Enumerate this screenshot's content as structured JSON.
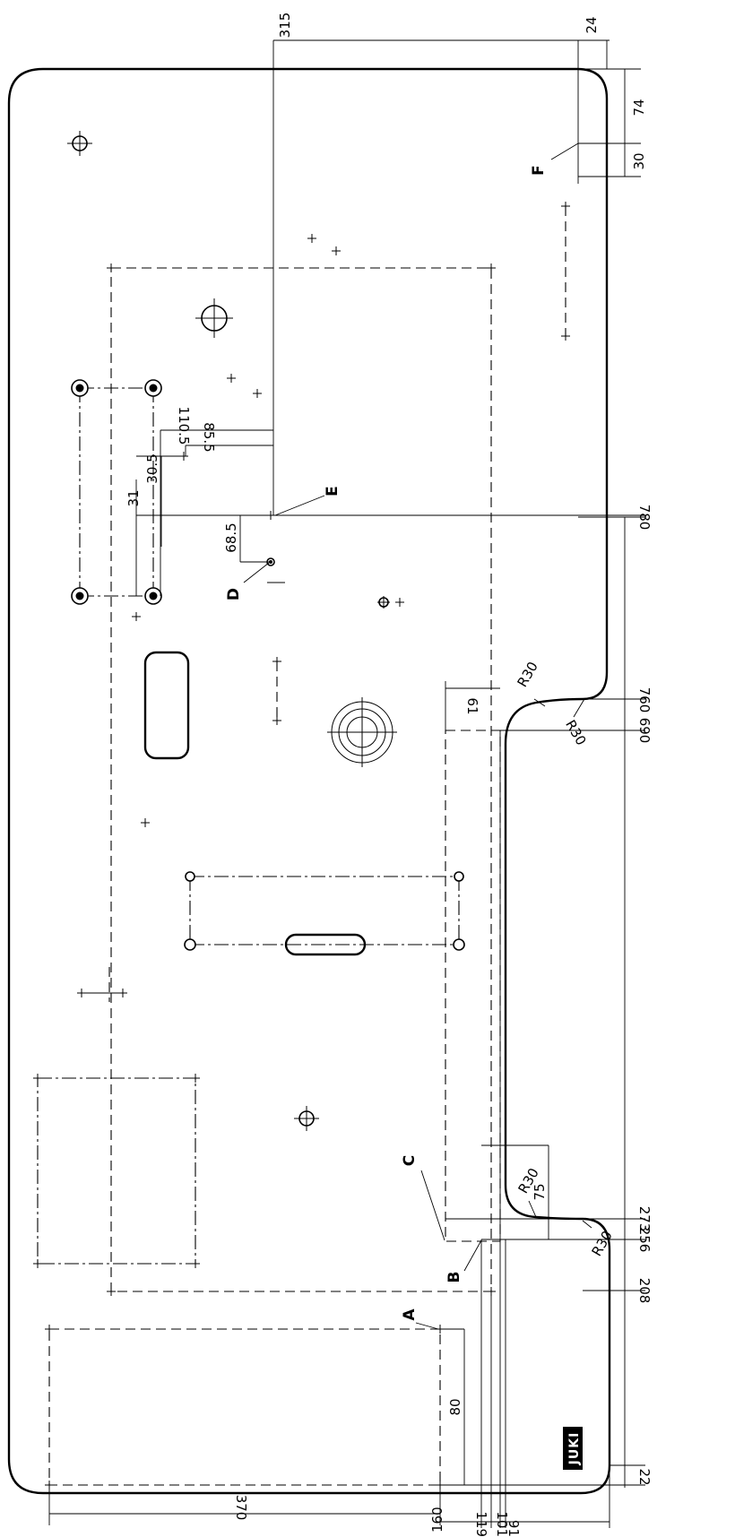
{
  "dimensions": {
    "top_315": "315",
    "top_24": "24",
    "right_74": "74",
    "right_30": "30",
    "mid_110_5": "110.5",
    "mid_85_5": "85.5",
    "mid_31": "31",
    "mid_30_5": "30.5",
    "mid_68_5": "68.5",
    "mid_61": "61",
    "mid_75": "75",
    "mid_80": "80",
    "bottom_370": "370",
    "bottom_160": "160",
    "bottom_119": "119",
    "bottom_101": "101",
    "bottom_91": "91",
    "right_780": "780",
    "right_760": "760",
    "right_690": "690",
    "right_273": "273",
    "right_256": "256",
    "right_208": "208",
    "right_22": "22"
  },
  "radii": {
    "r_top_left": "R30",
    "r_top_right": "R30",
    "r_bottom_left": "R30",
    "r_bottom_right": "R30"
  },
  "points": {
    "a": "A",
    "b": "B",
    "c": "C",
    "d": "D",
    "e": "E",
    "f": "F"
  },
  "logo": "JUKI"
}
